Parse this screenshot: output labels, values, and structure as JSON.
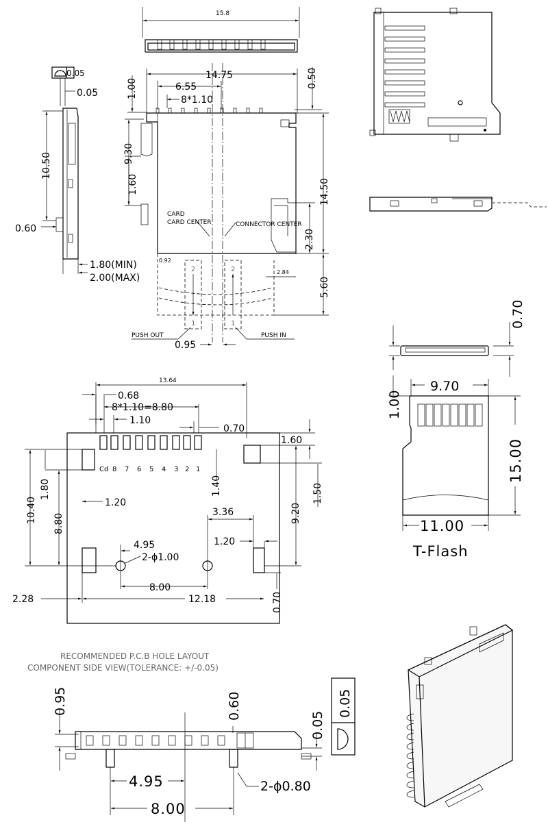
{
  "top_view": {
    "width_overall": "15.8"
  },
  "front_view": {
    "dim_body_width": "14.75",
    "dim_offset": "6.55",
    "dim_pitch": "8*1.10",
    "dim_top_left": "1.00",
    "dim_top_right": "0.50",
    "dim_height": "9.30",
    "dim_left_mid": "1.60",
    "dim_total_height": "14.50",
    "dim_right_low": "2.30",
    "dim_eject": "5.60",
    "dim_left_small": "0.92",
    "dim_right_small": "2.84",
    "card_center": "CARD CENTER",
    "connector_center": "CONNECTOR CENTER",
    "push_out": "PUSH OUT",
    "push_in": "PUSH IN",
    "dim_centers": "0.95",
    "mark_1": "1",
    "mark_2": "2"
  },
  "side_view": {
    "flatness_value": "0.05",
    "dim_top": "0.05",
    "dim_height": "10.50",
    "dim_left": "0.60",
    "dim_min": "1.80(MIN)",
    "dim_max": "2.00(MAX)"
  },
  "pcb_layout": {
    "dim_top": "13.64",
    "dim_068": "0.68",
    "dim_pitch": "8*1.10=8.80",
    "dim_110": "1.10",
    "dim_070": "0.70",
    "dim_160": "1.60",
    "dim_1040": "10.40",
    "dim_180": "1.80",
    "dim_880": "8.80",
    "dim_120_left": "1.20",
    "dim_140": "1.40",
    "dim_150": "1.50",
    "dim_920": "9.20",
    "dim_336": "3.36",
    "dim_495": "4.95",
    "dim_120_right": "1.20",
    "dim_holes": "2-ϕ1.00",
    "dim_800": "8.00",
    "dim_228": "2.28",
    "dim_1218": "12.18",
    "dim_070_low": "0.70",
    "pin_labels": [
      "Cd",
      "8",
      "7",
      "6",
      "5",
      "4",
      "3",
      "2",
      "1"
    ],
    "caption_line1": "RECOMMENDED P.C.B HOLE LAYOUT",
    "caption_line2": "COMPONENT SIDE VIEW(TOLERANCE: +/-0.05)"
  },
  "tflash": {
    "dim_thickness": "0.70",
    "dim_notch": "1.00",
    "dim_contact_width": "9.70",
    "dim_length": "15.00",
    "dim_width": "11.00",
    "title": "T-Flash"
  },
  "bottom_view": {
    "dim_095": "0.95",
    "dim_060": "0.60",
    "dim_005": "0.05",
    "flatness_value": "0.05",
    "dim_495": "4.95",
    "dim_800": "8.00",
    "dim_holes": "2-ϕ0.80"
  }
}
